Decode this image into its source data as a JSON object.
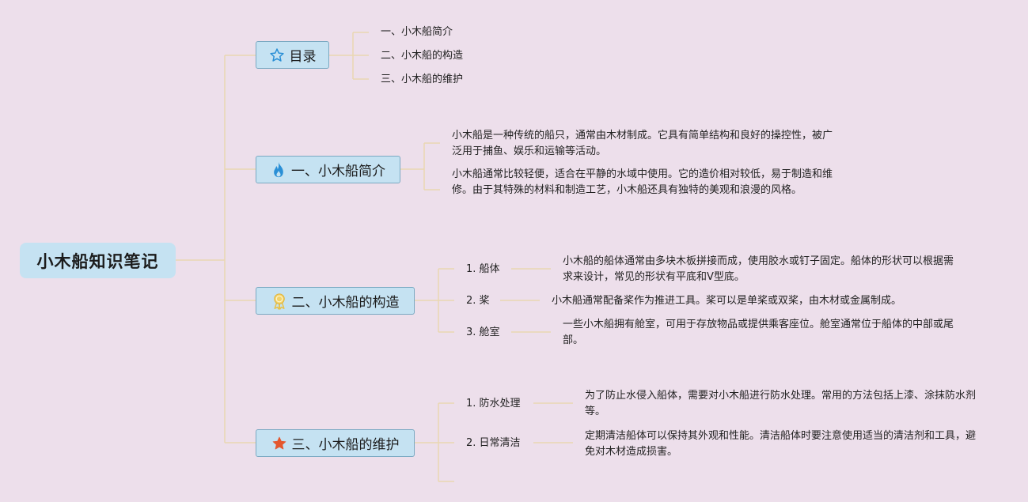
{
  "root": {
    "title": "小木船知识笔记"
  },
  "toc": {
    "title": "目录",
    "icon": "star-outline-icon",
    "items": [
      "一、小木船简介",
      "二、小木船的构造",
      "三、小木船的维护"
    ]
  },
  "intro": {
    "title": "一、小木船简介",
    "icon": "flame-icon",
    "paragraphs": [
      "小木船是一种传统的船只，通常由木材制成。它具有简单结构和良好的操控性，被广泛用于捕鱼、娱乐和运输等活动。",
      "小木船通常比较轻便，适合在平静的水域中使用。它的造价相对较低，易于制造和维修。由于其特殊的材料和制造工艺，小木船还具有独特的美观和浪漫的风格。"
    ]
  },
  "structure": {
    "title": "二、小木船的构造",
    "icon": "award-medal-icon",
    "items": [
      {
        "label": "1. 船体",
        "desc": "小木船的船体通常由多块木板拼接而成，使用胶水或钉子固定。船体的形状可以根据需求来设计，常见的形状有平底和V型底。"
      },
      {
        "label": "2. 桨",
        "desc": "小木船通常配备桨作为推进工具。桨可以是单桨或双桨，由木材或金属制成。"
      },
      {
        "label": "3. 舱室",
        "desc": "一些小木船拥有舱室，可用于存放物品或提供乘客座位。舱室通常位于船体的中部或尾部。"
      }
    ]
  },
  "maintenance": {
    "title": "三、小木船的维护",
    "icon": "star-filled-icon",
    "items": [
      {
        "label": "1. 防水处理",
        "desc": "为了防止水侵入船体，需要对小木船进行防水处理。常用的方法包括上漆、涂抹防水剂等。"
      },
      {
        "label": "2. 日常清洁",
        "desc": "定期清洁船体可以保持其外观和性能。清洁船体时要注意使用适当的清洁剂和工具，避免对木材造成损害。"
      }
    ]
  },
  "colors": {
    "background": "#eddfeb",
    "node_fill": "#c5e2f2",
    "node_border": "#7aa9c2",
    "connector": "#ead7b1",
    "star_outline": "#2a8fd6",
    "flame": "#2a8fd6",
    "medal": "#e8c14a",
    "star_filled": "#e4572e"
  }
}
